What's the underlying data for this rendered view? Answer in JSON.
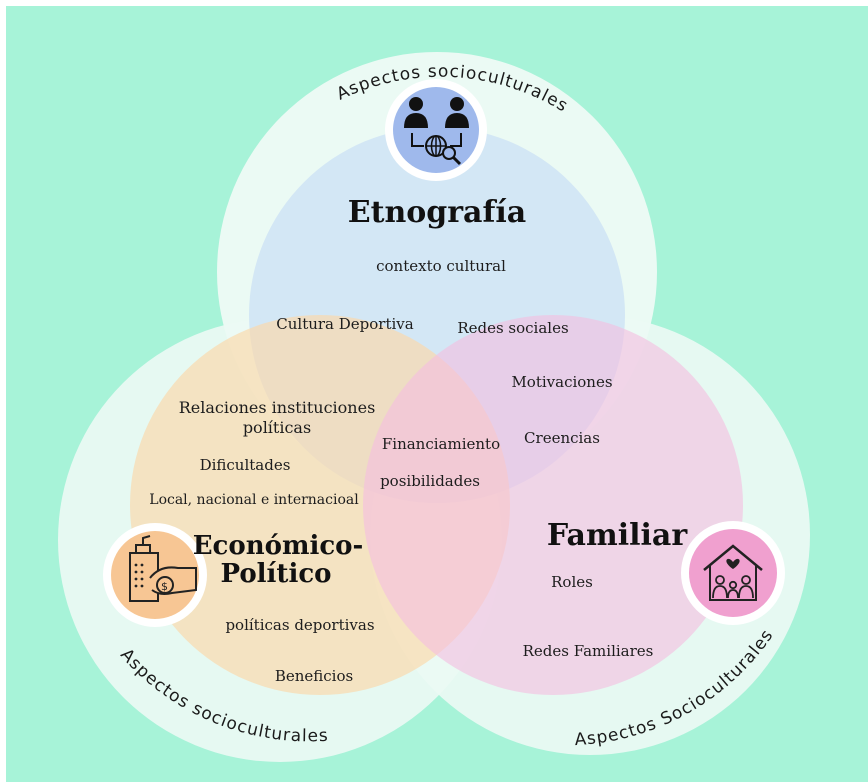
{
  "arcs": {
    "top": "Aspectos socioculturales",
    "left": "Aspectos socioculturales",
    "right": "Aspectos Socioculturales"
  },
  "circles": {
    "etnografia": {
      "title": "Etnografía",
      "items": [
        "contexto cultural"
      ],
      "color": "#cfe3f5",
      "icon": "people-network-icon",
      "icon_bg": "#9fb9ec"
    },
    "economico": {
      "title_line1": "Económico-",
      "title_line2": "Político",
      "items": [
        "Relaciones instituciones",
        "políticas",
        "Dificultades",
        "Local, nacional e internacioal",
        "políticas deportivas",
        "Beneficios"
      ],
      "color": "#f9dcb4",
      "icon": "money-hand-icon",
      "icon_bg": "#f7c694"
    },
    "familiar": {
      "title": "Familiar",
      "items": [
        "Roles",
        "Redes Familiares"
      ],
      "color": "#f2cde4",
      "icon": "family-house-icon",
      "icon_bg": "#f0a0cf"
    }
  },
  "overlaps": {
    "etno_econ": "Cultura Deportiva",
    "etno_fam": [
      "Redes sociales",
      "Motivaciones",
      "Creencias"
    ],
    "center": [
      "Financiamiento",
      "posibilidades"
    ]
  }
}
